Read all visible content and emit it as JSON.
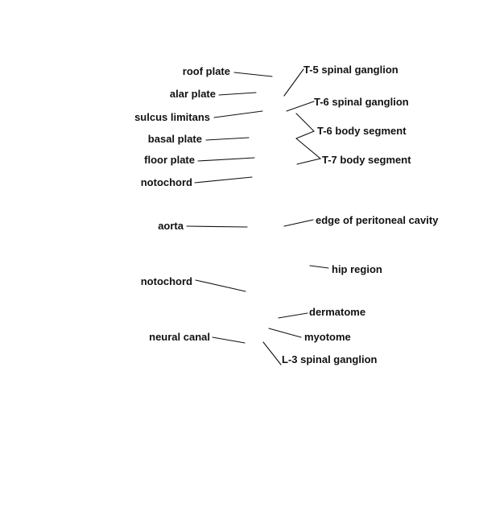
{
  "labels": {
    "roof_plate": "roof plate",
    "alar_plate": "alar plate",
    "sulcus_limitans": "sulcus limitans",
    "basal_plate": "basal plate",
    "floor_plate": "floor plate",
    "notochord_upper": "notochord",
    "aorta": "aorta",
    "notochord_lower": "notochord",
    "neural_canal": "neural canal",
    "t5_spinal_ganglion": "T-5 spinal ganglion",
    "t6_spinal_ganglion": "T-6 spinal ganglion",
    "t6_body_segment": "T-6 body segment",
    "t7_body_segment": "T-7 body segment",
    "edge_of_peritoneal_cavity": "edge of peritoneal cavity",
    "hip_region": "hip region",
    "dermatome": "dermatome",
    "myotome": "myotome",
    "l3_spinal_ganglion": "L-3 spinal ganglion"
  },
  "colors": {
    "text": "#111111",
    "line": "#111111",
    "background": "#ffffff"
  }
}
